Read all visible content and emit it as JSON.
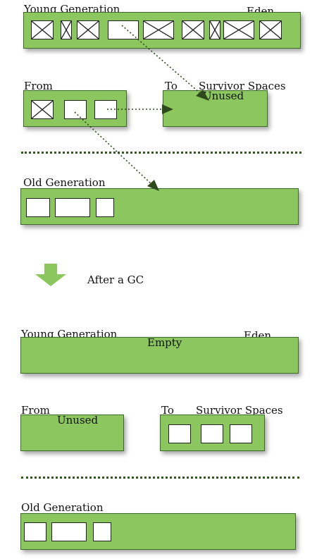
{
  "before": {
    "young_label": "Young Generation",
    "eden_label": "Eden",
    "from_label": "From",
    "to_label": "To",
    "survivor_label": "Survivor Spaces",
    "to_space_text": "Unused",
    "old_label": "Old Generation"
  },
  "transition": {
    "label": "After a GC"
  },
  "after": {
    "young_label": "Young Generation",
    "eden_label": "Eden",
    "eden_text": "Empty",
    "from_label": "From",
    "from_space_text": "Unused",
    "to_label": "To",
    "survivor_label": "Survivor Spaces",
    "old_label": "Old Generation"
  },
  "colors": {
    "space_fill": "#8cc65f",
    "space_border": "#3f6a2a",
    "arrow": "#2e4a1c",
    "separator": "#2e5a1c"
  }
}
